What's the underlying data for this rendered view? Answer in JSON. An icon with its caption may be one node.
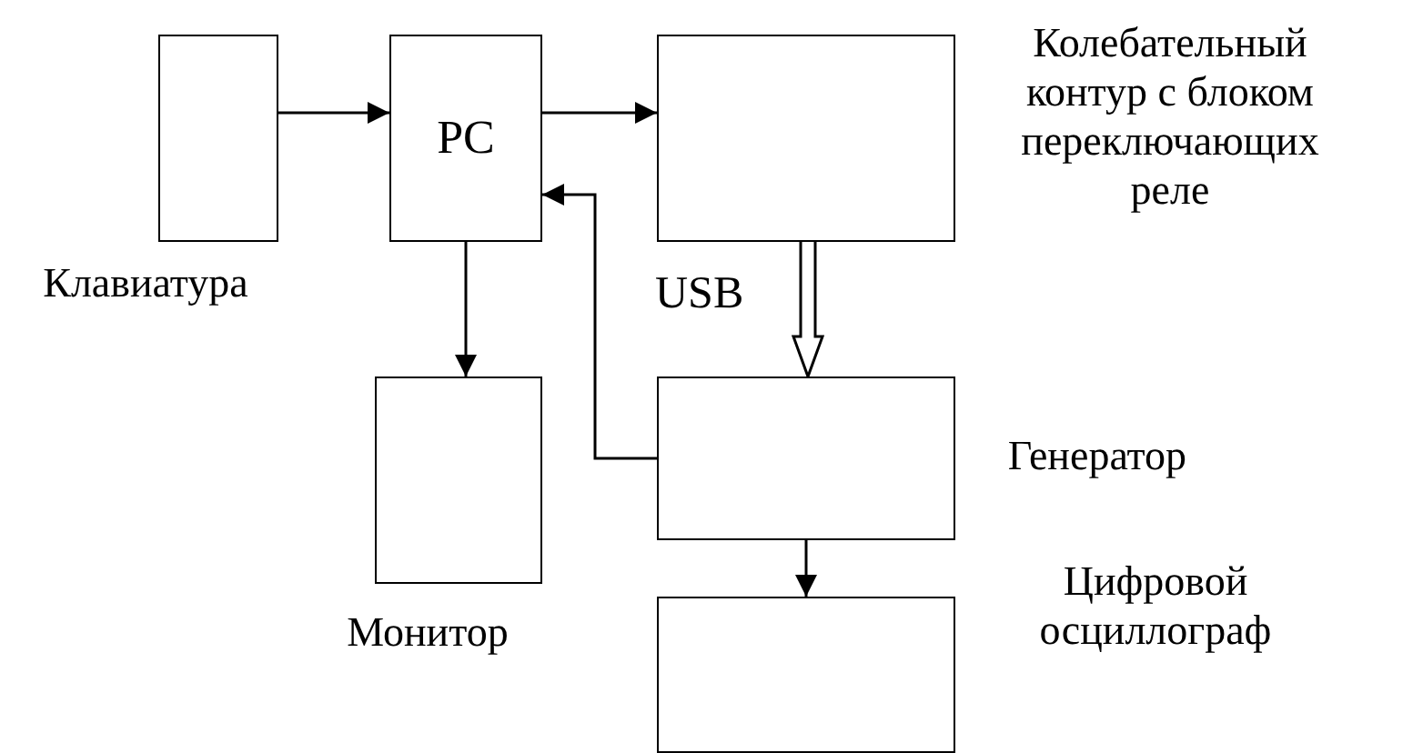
{
  "diagram": {
    "nodes": [
      {
        "text": [],
        "shape": "box",
        "beside": [
          "Клавиатура"
        ]
      },
      {
        "text": [
          "PC"
        ]
      },
      {
        "text": [],
        "shape": "box",
        "beside": [
          "Колебательный контур с блоком переключающих реле"
        ]
      },
      {
        "text": [],
        "shape": "box",
        "beside": [
          "Монитор"
        ]
      },
      {
        "text": [],
        "shape": "box",
        "beside": [
          "Генератор"
        ]
      },
      {
        "text": [],
        "shape": "box",
        "beside": [
          "Цифровой осциллограф"
        ]
      }
    ],
    "edges": [
      {
        "from": 0,
        "to": 1,
        "arrow": "to"
      },
      {
        "from": 1,
        "to": 2,
        "arrow": "to"
      },
      {
        "from": 1,
        "to": 3,
        "arrow": "to"
      },
      {
        "from": 4,
        "to": 1,
        "arrow": "to"
      },
      {
        "from": 2,
        "to": 4,
        "arrow": "to",
        "label": "USB",
        "style": "thick"
      },
      {
        "from": 4,
        "to": 5,
        "arrow": "to"
      }
    ]
  }
}
